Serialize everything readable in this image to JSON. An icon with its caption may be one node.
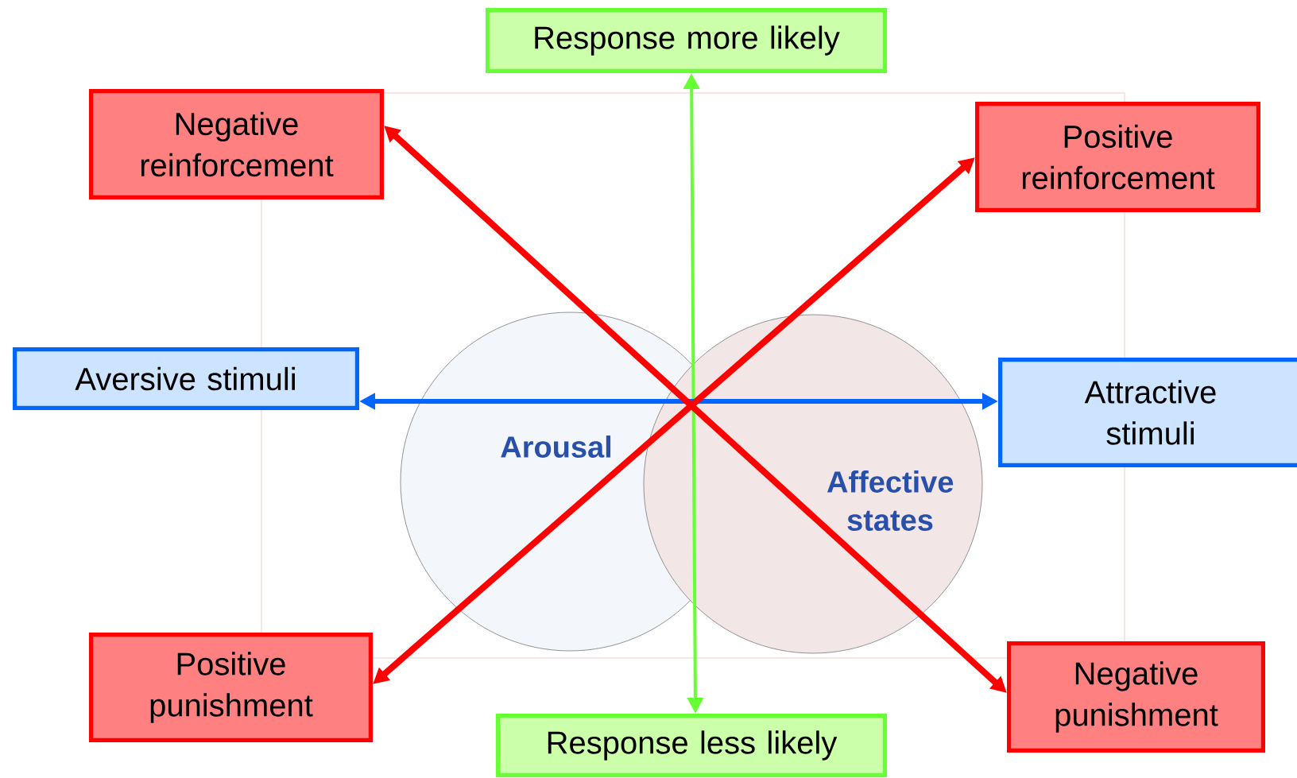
{
  "diagram": {
    "nodes": [
      {
        "text": [
          "Response more likely"
        ]
      },
      {
        "text": [
          "Negative reinforcement"
        ]
      },
      {
        "text": [
          "Positive reinforcement"
        ]
      },
      {
        "text": [
          "Aversive stimuli"
        ]
      },
      {
        "text": [
          "Attractive stimuli"
        ]
      },
      {
        "text": [
          "Arousal"
        ]
      },
      {
        "text": [
          "Affective states"
        ]
      },
      {
        "text": [
          "Positive punishment"
        ]
      },
      {
        "text": [
          "Negative punishment"
        ]
      },
      {
        "text": [
          "Response less likely"
        ]
      }
    ],
    "edges": [
      {
        "from": 0,
        "to": 9,
        "arrow": "both",
        "color": "#66ff33"
      },
      {
        "from": 3,
        "to": 4,
        "arrow": "both",
        "color": "#0066ff"
      },
      {
        "from": 1,
        "to": 8,
        "arrow": "both"
      },
      {
        "from": 2,
        "to": 7,
        "arrow": "both"
      }
    ]
  }
}
